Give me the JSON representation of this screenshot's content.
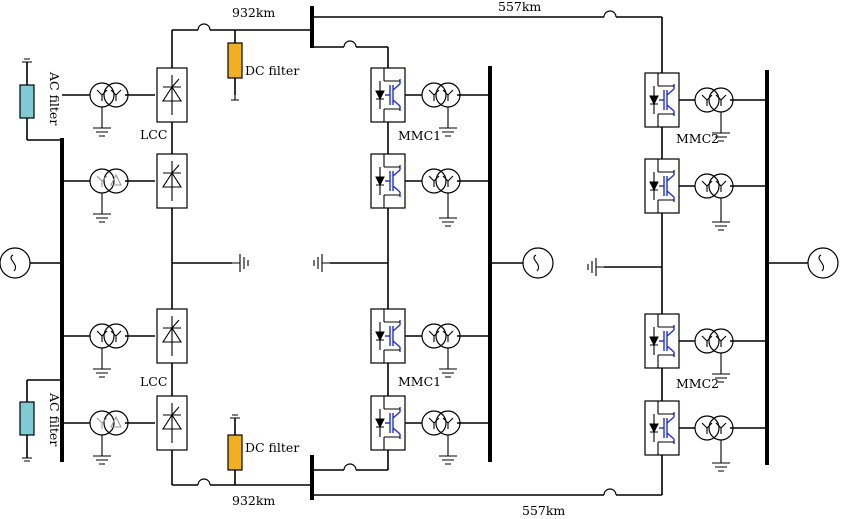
{
  "labels": {
    "ac_filter_top": "AC filter",
    "ac_filter_bottom": "AC filter",
    "dc_filter_top": "DC filter",
    "dc_filter_bottom": "DC filter",
    "lcc_top": "LCC",
    "lcc_bottom": "LCC",
    "mmc1_top": "MMC1",
    "mmc1_bottom": "MMC1",
    "mmc2_top": "MMC2",
    "mmc2_bottom": "MMC2",
    "line_932_top": "932km",
    "line_932_bottom": "932km",
    "line_557_top": "557km",
    "line_557_bottom": "557km"
  },
  "colors": {
    "ac_filter": "#7ecbd6",
    "dc_filter": "#f2b01e",
    "igbt": "#1f2fd0",
    "wire": "#000000"
  }
}
